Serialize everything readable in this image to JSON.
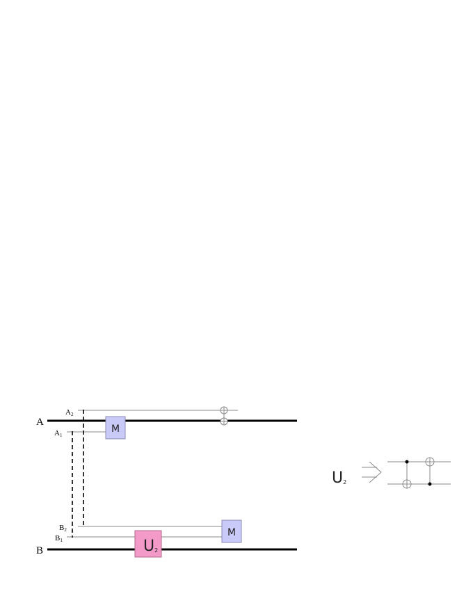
{
  "labels": {
    "wire_a": "A",
    "wire_b": "B",
    "a1": {
      "main": "A",
      "sub": "1"
    },
    "a2": {
      "main": "A",
      "sub": "2"
    },
    "b1": {
      "main": "B",
      "sub": "1"
    },
    "b2": {
      "main": "B",
      "sub": "2"
    }
  },
  "gates": {
    "measure_a": "M",
    "measure_b": "M",
    "u2": {
      "main": "U",
      "sub": "2"
    }
  },
  "decomposition": {
    "lhs": {
      "main": "U",
      "sub": "2"
    }
  },
  "colors": {
    "measure_fill": "#c9caf8",
    "measure_stroke": "#8a8ab0",
    "u2_fill": "#f39ac8",
    "u2_stroke": "#b06a8c",
    "wire_thick": "#000000",
    "wire_thin": "#8a8a8a"
  }
}
